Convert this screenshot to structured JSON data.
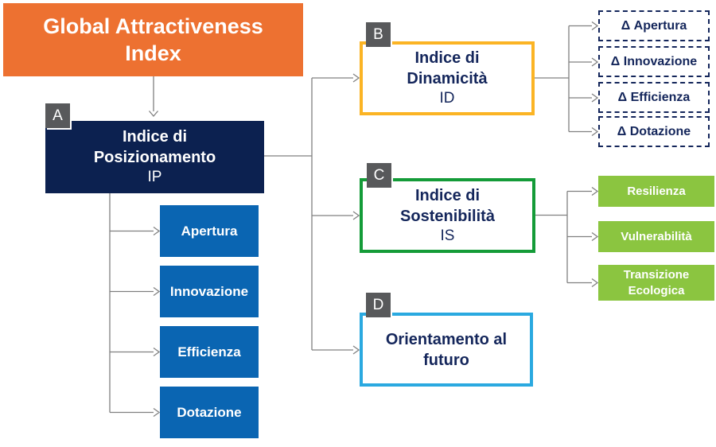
{
  "colors": {
    "orange": "#ED7131",
    "navy_fill": "#0C2150",
    "navy_text": "#14265B",
    "blue": "#0A65B2",
    "yellow_border": "#FBB424",
    "green_border": "#149B38",
    "light_green": "#8BC540",
    "cyan_border": "#2AA9E0",
    "tag_gray": "#58595B",
    "line_gray": "#808080"
  },
  "root": {
    "title_line1": "Global Attractiveness",
    "title_line2": "Index"
  },
  "positioning": {
    "tag": "A",
    "name_line1": "Indice di",
    "name_line2": "Posizionamento",
    "abbr": "IP"
  },
  "positioning_pillars": [
    "Apertura",
    "Innovazione",
    "Efficienza",
    "Dotazione"
  ],
  "dynamicity": {
    "tag": "B",
    "name_line1": "Indice di",
    "name_line2": "Dinamicità",
    "abbr": "ID"
  },
  "dynamicity_deltas": [
    "Δ Apertura",
    "Δ Innovazione",
    "Δ Efficienza",
    "Δ Dotazione"
  ],
  "sustainability": {
    "tag": "C",
    "name_line1": "Indice di",
    "name_line2": "Sostenibilità",
    "abbr": "IS"
  },
  "sustainability_components": [
    "Resilienza",
    "Vulnerabilità",
    "Transizione Ecologica"
  ],
  "future_orientation": {
    "tag": "D",
    "name_line1": "Orientamento al",
    "name_line2": "futuro"
  }
}
